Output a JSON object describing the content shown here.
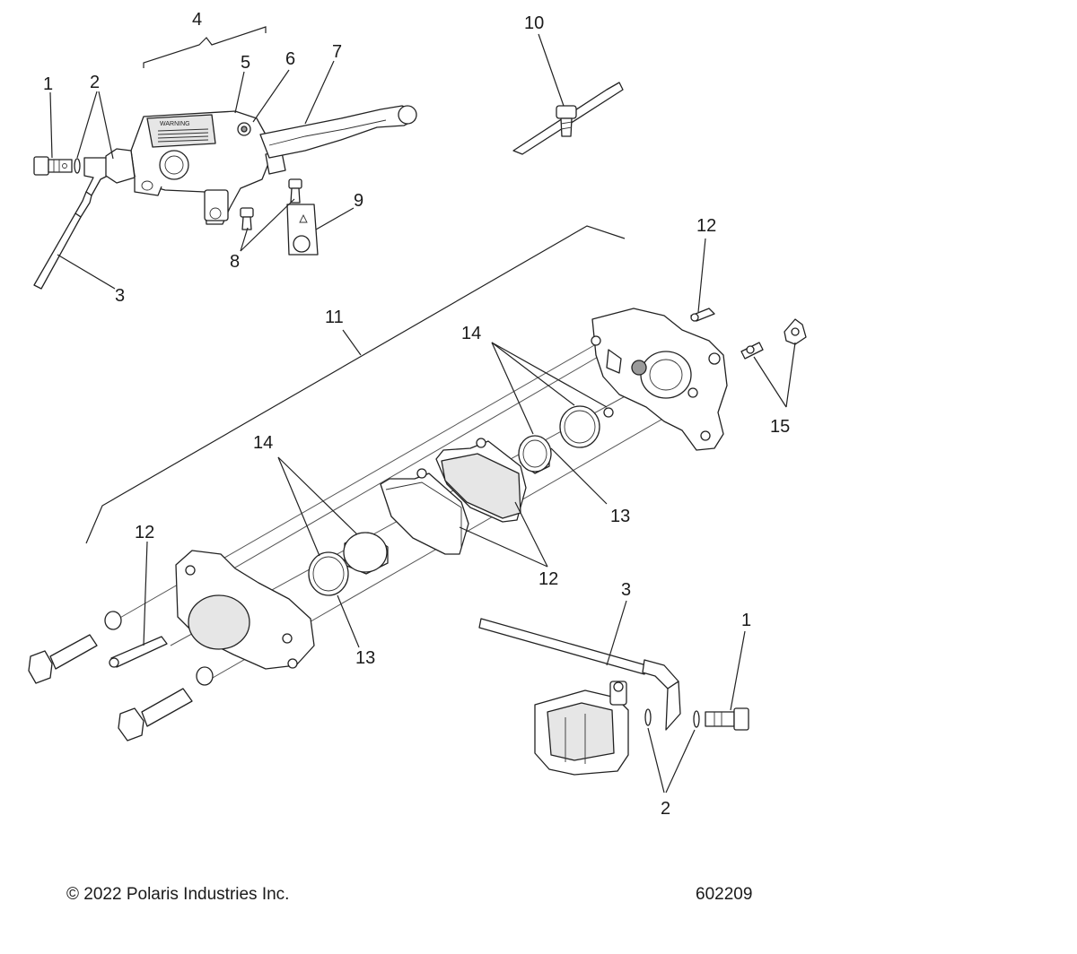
{
  "callouts": {
    "c1a": "1",
    "c2a": "2",
    "c3a": "3",
    "c4": "4",
    "c5": "5",
    "c6": "6",
    "c7": "7",
    "c8": "8",
    "c9": "9",
    "c10": "10",
    "c11": "11",
    "c12a": "12",
    "c12b": "12",
    "c12c": "12",
    "c13a": "13",
    "c13b": "13",
    "c14a": "14",
    "c14b": "14",
    "c15": "15",
    "c3b": "3",
    "c1b": "1",
    "c2b": "2"
  },
  "footer": {
    "copyright": "© 2022 Polaris Industries Inc.",
    "drawing_number": "602209"
  },
  "reservoir_label": "WARNING"
}
